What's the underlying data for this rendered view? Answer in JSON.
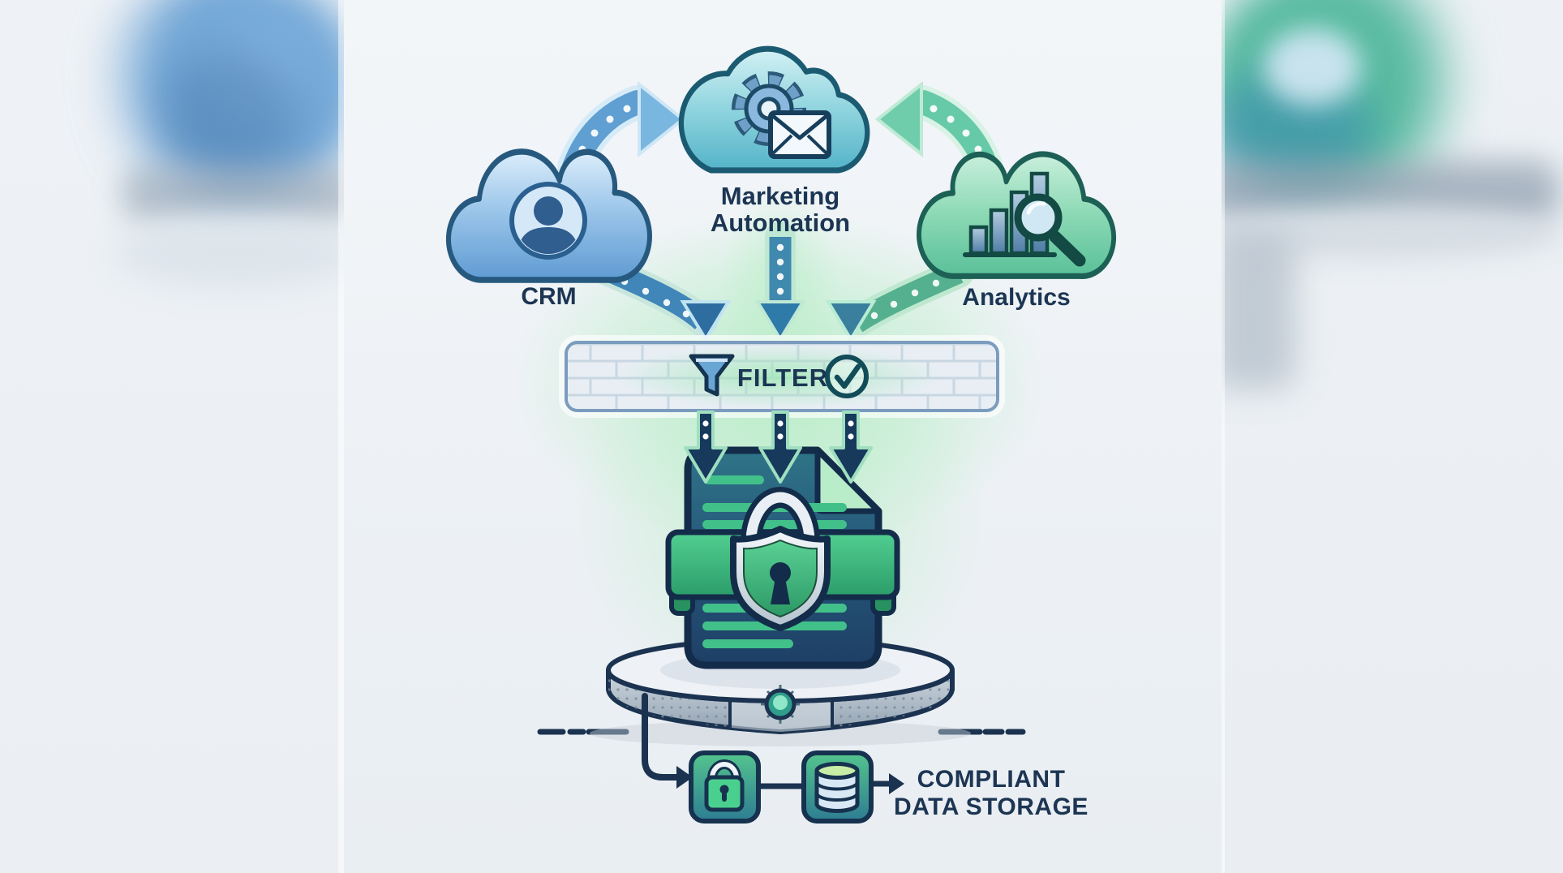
{
  "sources": {
    "crm": {
      "label": "CRM",
      "icon": "user-icon"
    },
    "marketing_automation": {
      "label_line1": "Marketing",
      "label_line2": "Automation",
      "icons": [
        "gear-icon",
        "envelope-icon"
      ]
    },
    "analytics": {
      "label": "Analytics",
      "icons": [
        "bar-chart-icon",
        "magnifier-icon"
      ]
    }
  },
  "filter": {
    "label": "FILTER",
    "icons": [
      "funnel-icon",
      "check-circle-icon"
    ]
  },
  "storage": {
    "line1": "COMPLIANT",
    "line2": "DATA STORAGE",
    "icons": [
      "padlock-badge-icon",
      "database-icon"
    ]
  },
  "document": {
    "icons": [
      "shield-icon",
      "padlock-shackle",
      "keyhole"
    ]
  },
  "colors": {
    "crm_cloud_fill": "#9cc6ea",
    "crm_cloud_stroke": "#27597f",
    "marketing_cloud_fill": "#8fd4de",
    "marketing_cloud_stroke": "#1b5b72",
    "analytics_cloud_fill": "#8bd9b4",
    "analytics_cloud_stroke": "#1d6055",
    "arrow_blue": "#5f9fd2",
    "arrow_green": "#66c9a8",
    "arrow_dark": "#2e6da0",
    "label_navy": "#1c3553",
    "document_fill": "#26597b",
    "document_stroke": "#132c4a",
    "strap_green": "#3cb37e",
    "shield_green": "#46c188",
    "glow_green": "#b6ecc6",
    "platform_grey": "#aebbc8",
    "filter_border": "#7b9cbe"
  }
}
